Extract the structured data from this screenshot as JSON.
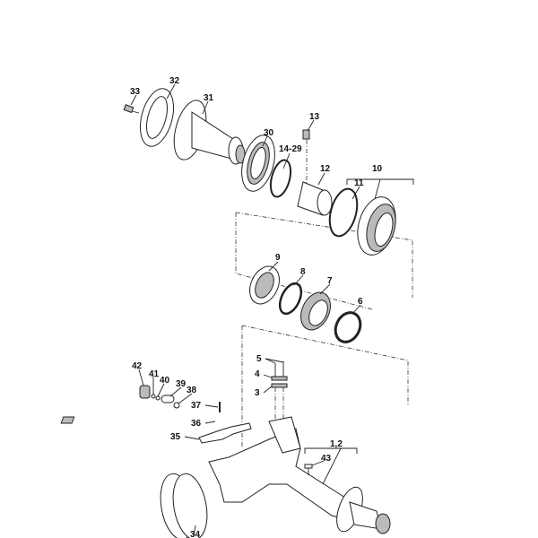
{
  "diagram": {
    "type": "exploded parts diagram",
    "labels": {
      "p33": "33",
      "p32": "32",
      "p31": "31",
      "p30": "30",
      "p13": "13",
      "p14_29": "14-29",
      "p12": "12",
      "p10": "10",
      "p11": "11",
      "p9": "9",
      "p8": "8",
      "p7": "7",
      "p6": "6",
      "p5": "5",
      "p4": "4",
      "p3": "3",
      "p42": "42",
      "p41": "41",
      "p40": "40",
      "p39": "39",
      "p38": "38",
      "p37": "37",
      "p36": "36",
      "p35": "35",
      "p1_2": "1,2",
      "p43": "43",
      "p34": "34"
    }
  }
}
